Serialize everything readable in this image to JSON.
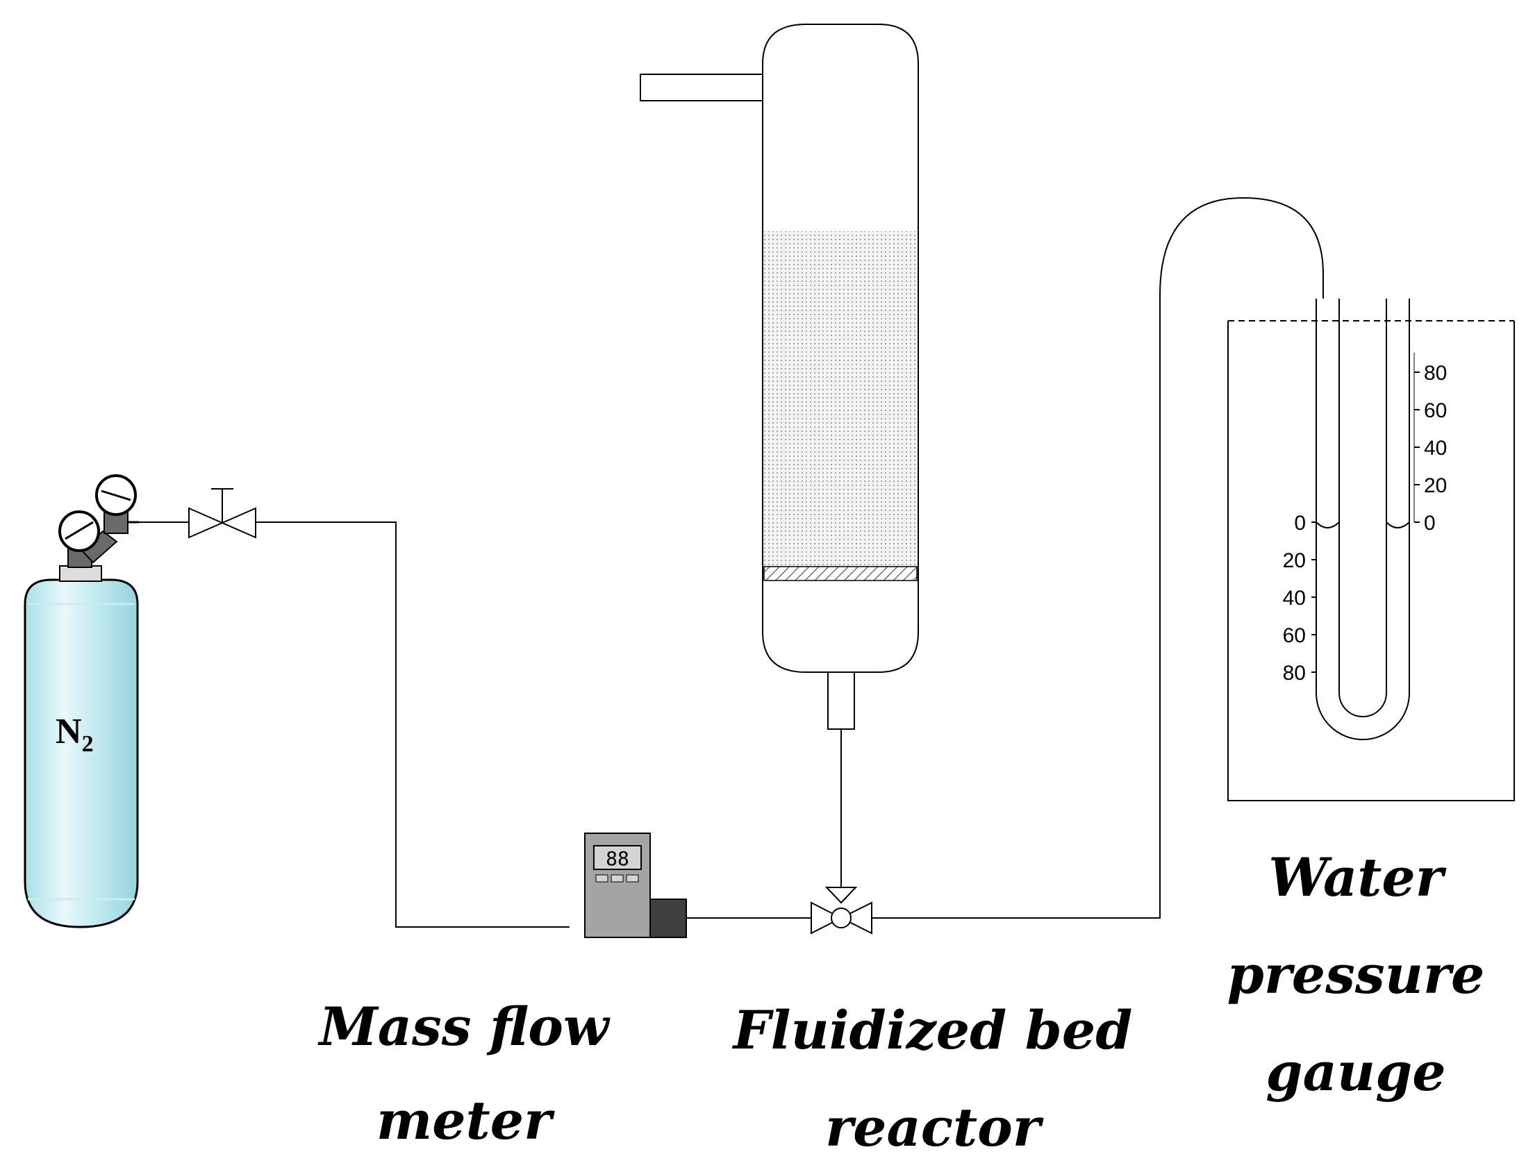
{
  "labels": {
    "cylinder_gas": "N",
    "cylinder_subscript": "2",
    "mass_flow_meter": [
      "Mass flow",
      "meter"
    ],
    "reactor": [
      "Fluidized bed",
      "reactor"
    ],
    "gauge": [
      "Water",
      "pressure",
      "gauge"
    ],
    "meter_display": "88"
  },
  "gauge_scale": {
    "left_ticks": [
      "0",
      "20",
      "40",
      "60",
      "80"
    ],
    "right_ticks": [
      "80",
      "60",
      "40",
      "20",
      "0"
    ]
  },
  "colors": {
    "cylinder_fill": "#a8e0e8",
    "cylinder_highlight": "#e8f8fa",
    "meter_body": "#a0a0a0",
    "meter_dark": "#404040",
    "bed_dots": "#9a9a9a"
  }
}
